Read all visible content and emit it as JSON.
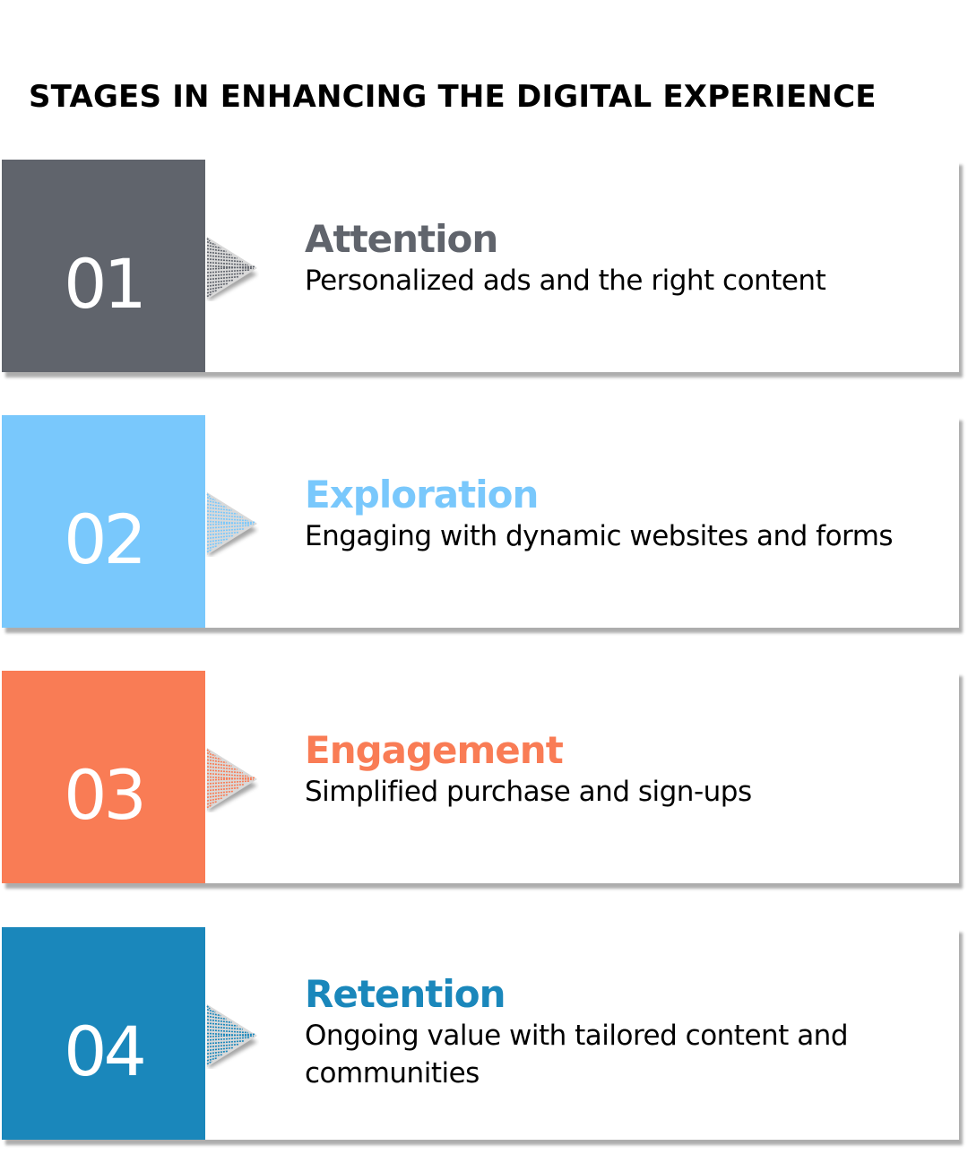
{
  "header": {
    "title": "STAGES IN ENHANCING THE DIGITAL EXPERIENCE"
  },
  "stages": [
    {
      "number": "01",
      "title": "Attention",
      "description": "Personalized ads and the right content",
      "color": "#60646c"
    },
    {
      "number": "02",
      "title": "Exploration",
      "description": "Engaging with dynamic websites and forms",
      "color": "#79c8fc"
    },
    {
      "number": "03",
      "title": "Engagement",
      "description": "Simplified purchase and sign-ups",
      "color": "#f97c55"
    },
    {
      "number": "04",
      "title": "Retention",
      "description": "Ongoing value with tailored content and communities",
      "color": "#1a87bb"
    }
  ],
  "icons": {
    "arrow": "arrow-right-icon"
  }
}
